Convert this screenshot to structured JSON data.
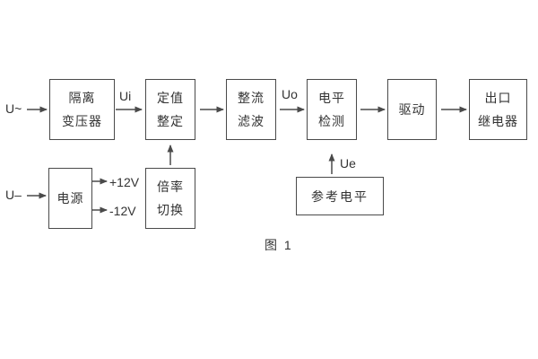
{
  "diagram": {
    "caption": "图 1",
    "blocks": {
      "isolation_transformer": {
        "line1": "隔离",
        "line2": "变压器"
      },
      "setpoint_adjust": {
        "line1": "定值",
        "line2": "整定"
      },
      "rectifier_filter": {
        "line1": "整流",
        "line2": "滤波"
      },
      "level_detect": {
        "line1": "电平",
        "line2": "检测"
      },
      "driver": {
        "line1": "驱动"
      },
      "output_relay": {
        "line1": "出口",
        "line2": "继电器"
      },
      "power_supply": {
        "line1": "电源"
      },
      "ratio_switch": {
        "line1": "倍率",
        "line2": "切换"
      },
      "reference_level": {
        "line1": "参考电平"
      }
    },
    "signals": {
      "u_ac": "U~",
      "ui": "Ui",
      "uo": "Uo",
      "ue": "Ue",
      "u_dc": "U–",
      "plus12v": "+12V",
      "minus12v": "-12V"
    },
    "colors": {
      "background": "#ffffff",
      "line": "#4a4a4a",
      "text": "#333333"
    }
  }
}
